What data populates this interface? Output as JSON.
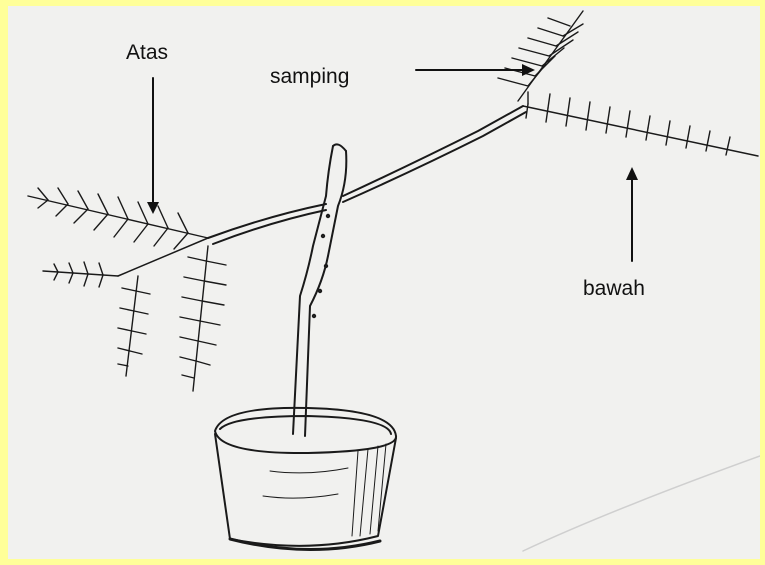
{
  "labels": {
    "top": "Atas",
    "side": "samping",
    "bottom": "bawah"
  },
  "colors": {
    "border": "#ffff99",
    "paper": "#f1f1ef",
    "ink": "#1a1a1a"
  }
}
